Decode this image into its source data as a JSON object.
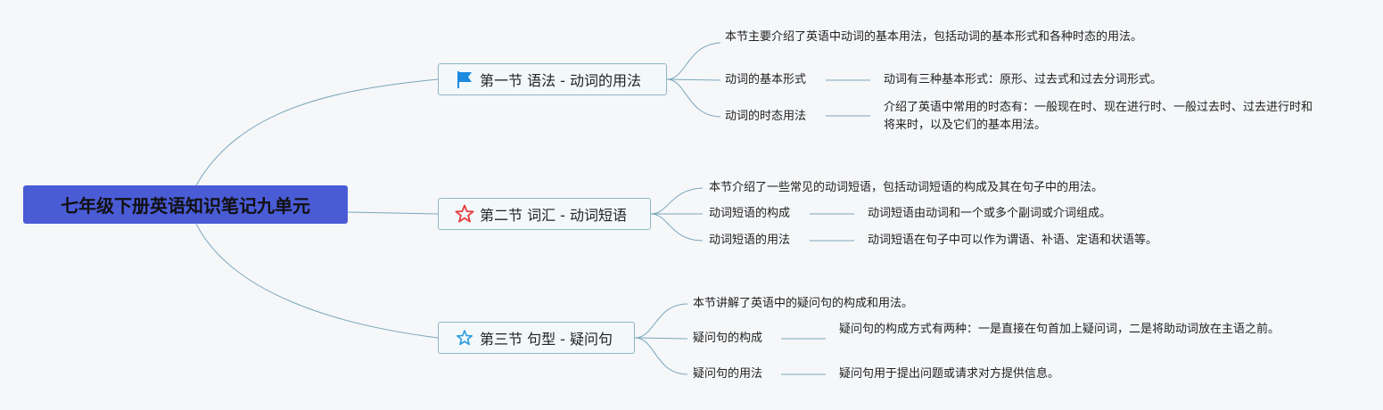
{
  "colors": {
    "root_bg": "#4a5bd6",
    "topic_border": "#8fb6c6",
    "line": "#7aa7ba",
    "flag": "#1e8ae0",
    "star_red": "#e33b3b",
    "star_blue": "#2a9be0"
  },
  "root": {
    "title": "七年级下册英语知识笔记九单元"
  },
  "sections": [
    {
      "title": "第一节 语法 - 动词的用法",
      "icon": "flag-icon",
      "summary": "本节主要介绍了英语中动词的基本用法，包括动词的基本形式和各种时态的用法。",
      "items": [
        {
          "label": "动词的基本形式",
          "detail": "动词有三种基本形式：原形、过去式和过去分词形式。"
        },
        {
          "label": "动词的时态用法",
          "detail": "介绍了英语中常用的时态有：一般现在时、现在进行时、一般过去时、过去进行时和将来时，以及它们的基本用法。"
        }
      ]
    },
    {
      "title": "第二节 词汇 - 动词短语",
      "icon": "red-star-icon",
      "summary": "本节介绍了一些常见的动词短语，包括动词短语的构成及其在句子中的用法。",
      "items": [
        {
          "label": "动词短语的构成",
          "detail": "动词短语由动词和一个或多个副词或介词组成。"
        },
        {
          "label": "动词短语的用法",
          "detail": "动词短语在句子中可以作为谓语、补语、定语和状语等。"
        }
      ]
    },
    {
      "title": "第三节 句型 - 疑问句",
      "icon": "blue-star-icon",
      "summary": "本节讲解了英语中的疑问句的构成和用法。",
      "items": [
        {
          "label": "疑问句的构成",
          "detail": "疑问句的构成方式有两种：一是直接在句首加上疑问词，二是将助动词放在主语之前。"
        },
        {
          "label": "疑问句的用法",
          "detail": "疑问句用于提出问题或请求对方提供信息。"
        }
      ]
    }
  ]
}
